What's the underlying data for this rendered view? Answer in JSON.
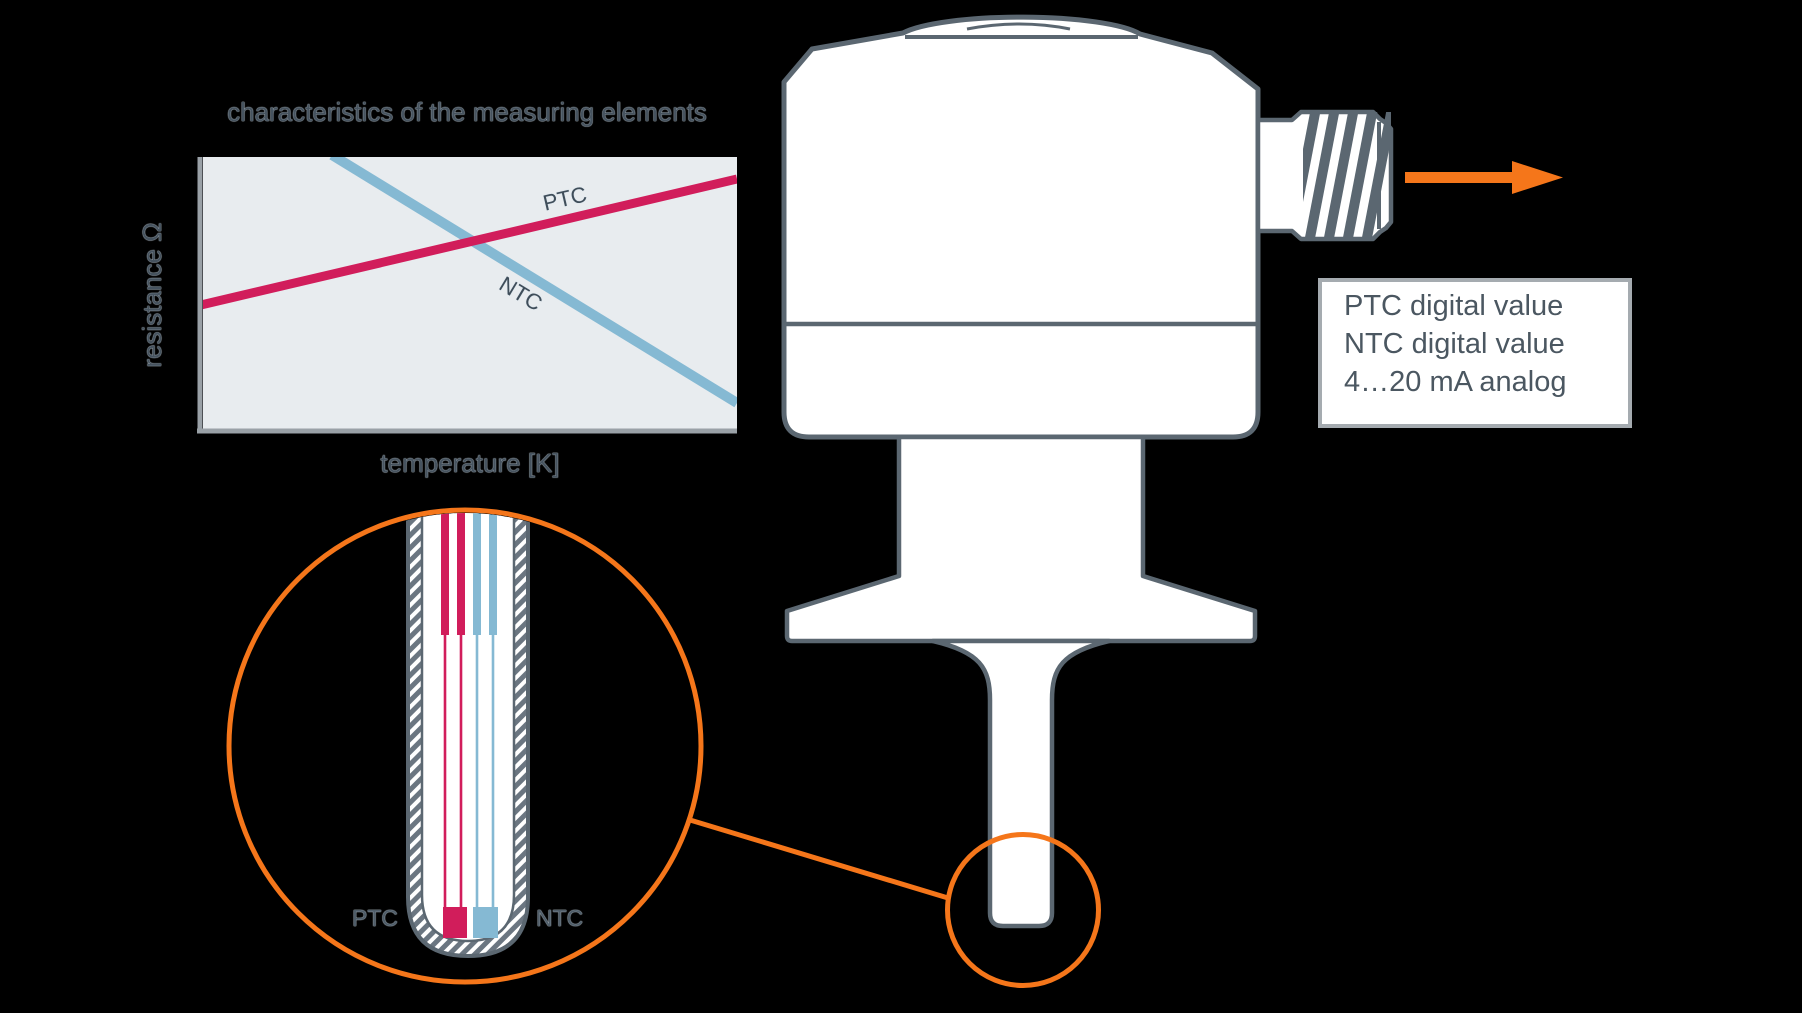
{
  "diagram_title_note": "dual-element temperature sensor diagram",
  "chart": {
    "title": "characteristics of the measuring elements",
    "y_axis_label": "resistance Ω",
    "x_axis_label": "temperature [K]",
    "series_labels": {
      "ptc": "PTC",
      "ntc": "NTC"
    }
  },
  "chart_data": {
    "type": "line",
    "title": "characteristics of the measuring elements",
    "xlabel": "temperature [K]",
    "ylabel": "resistance Ω",
    "axis_ticks": "none (qualitative sketch, no numeric scale)",
    "grid": false,
    "legend_position": "labels on lines",
    "series": [
      {
        "name": "PTC",
        "color": "#d11d5b",
        "trend": "rising",
        "x_fraction": [
          0.0,
          1.0
        ],
        "y_fraction": [
          0.45,
          0.91
        ]
      },
      {
        "name": "NTC",
        "color": "#85b9d3",
        "trend": "falling",
        "x_fraction": [
          0.24,
          1.0
        ],
        "y_fraction": [
          1.0,
          0.1
        ]
      }
    ],
    "crossing_point_fraction": {
      "x": 0.51,
      "y": 0.68
    }
  },
  "probe_detail": {
    "ptc_label": "PTC",
    "ntc_label": "NTC"
  },
  "output_box": {
    "lines": [
      "PTC digital value",
      "NTC digital value",
      "4…20 mA analog"
    ]
  },
  "icons": {
    "output_arrow": "right-arrow",
    "magnifier_large": "magnifier-circle-large",
    "magnifier_small": "magnifier-circle-small"
  },
  "colors": {
    "background": "#000000",
    "device_outline": "#5b6771",
    "device_fill": "#ffffff",
    "accent_orange": "#f5761a",
    "ptc_pink": "#d11d5b",
    "ntc_blue": "#85b9d3",
    "chart_background": "#e8ecef",
    "axis_gray": "#9aa1a7",
    "text_slate": "#46535f",
    "box_border_gray": "#a5abb0"
  }
}
